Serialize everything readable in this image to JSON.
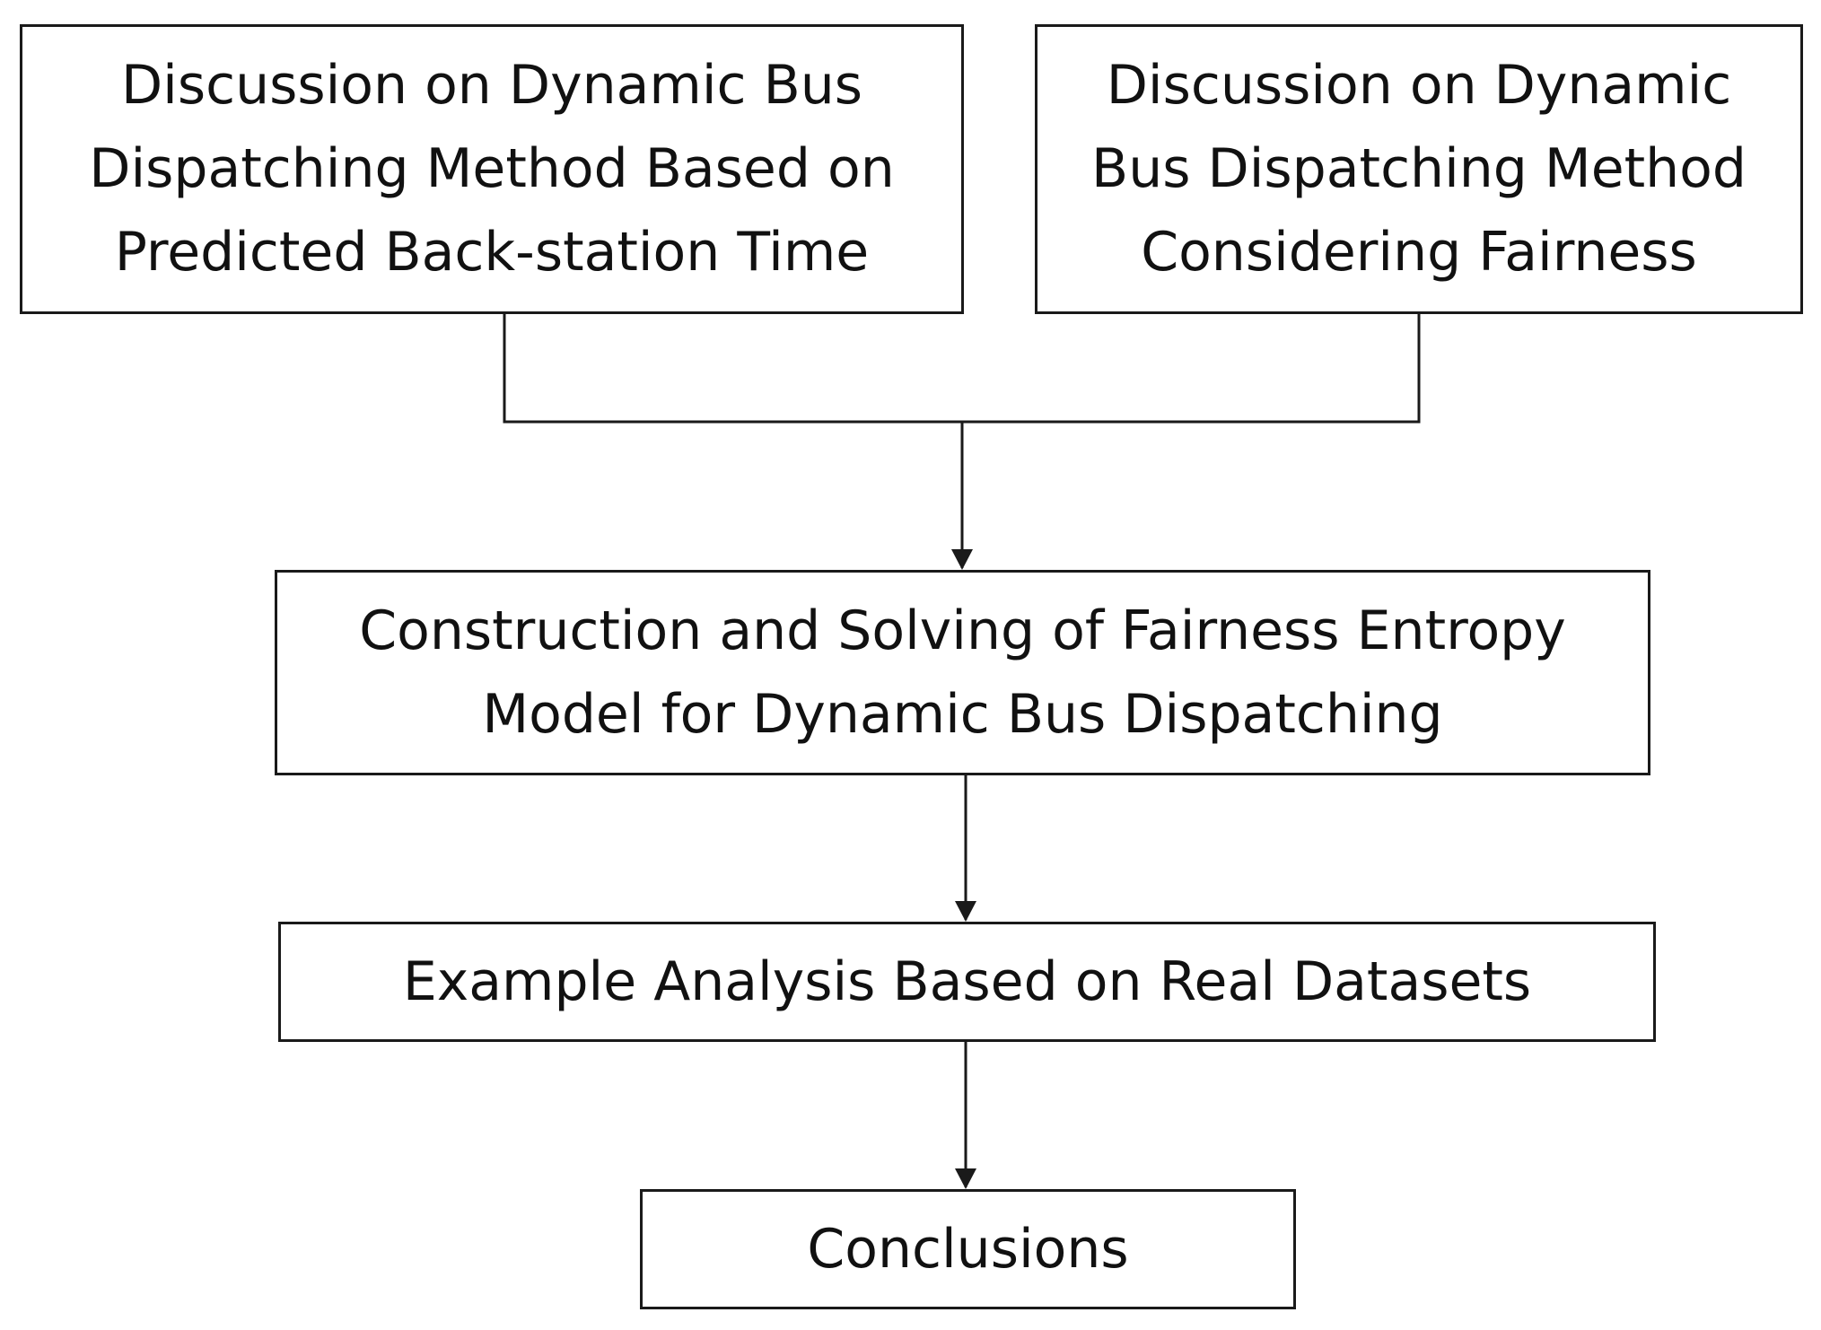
{
  "diagram": {
    "boxes": {
      "top_left": {
        "lines": [
          "Discussion on Dynamic Bus",
          "Dispatching Method Based on",
          "Predicted Back-station Time"
        ]
      },
      "top_right": {
        "lines": [
          "Discussion on Dynamic",
          "Bus Dispatching Method",
          "Considering Fairness"
        ]
      },
      "model": {
        "lines": [
          "Construction and Solving of Fairness Entropy",
          "Model for Dynamic Bus Dispatching"
        ]
      },
      "example": {
        "lines": [
          "Example Analysis Based on Real Datasets"
        ]
      },
      "conclusions": {
        "lines": [
          "Conclusions"
        ]
      }
    },
    "edges": [
      {
        "from": "top_left",
        "to": "model"
      },
      {
        "from": "top_right",
        "to": "model"
      },
      {
        "from": "model",
        "to": "example"
      },
      {
        "from": "example",
        "to": "conclusions"
      }
    ],
    "colors": {
      "stroke": "#1a1a1a",
      "background": "#ffffff",
      "text": "#111111"
    }
  }
}
